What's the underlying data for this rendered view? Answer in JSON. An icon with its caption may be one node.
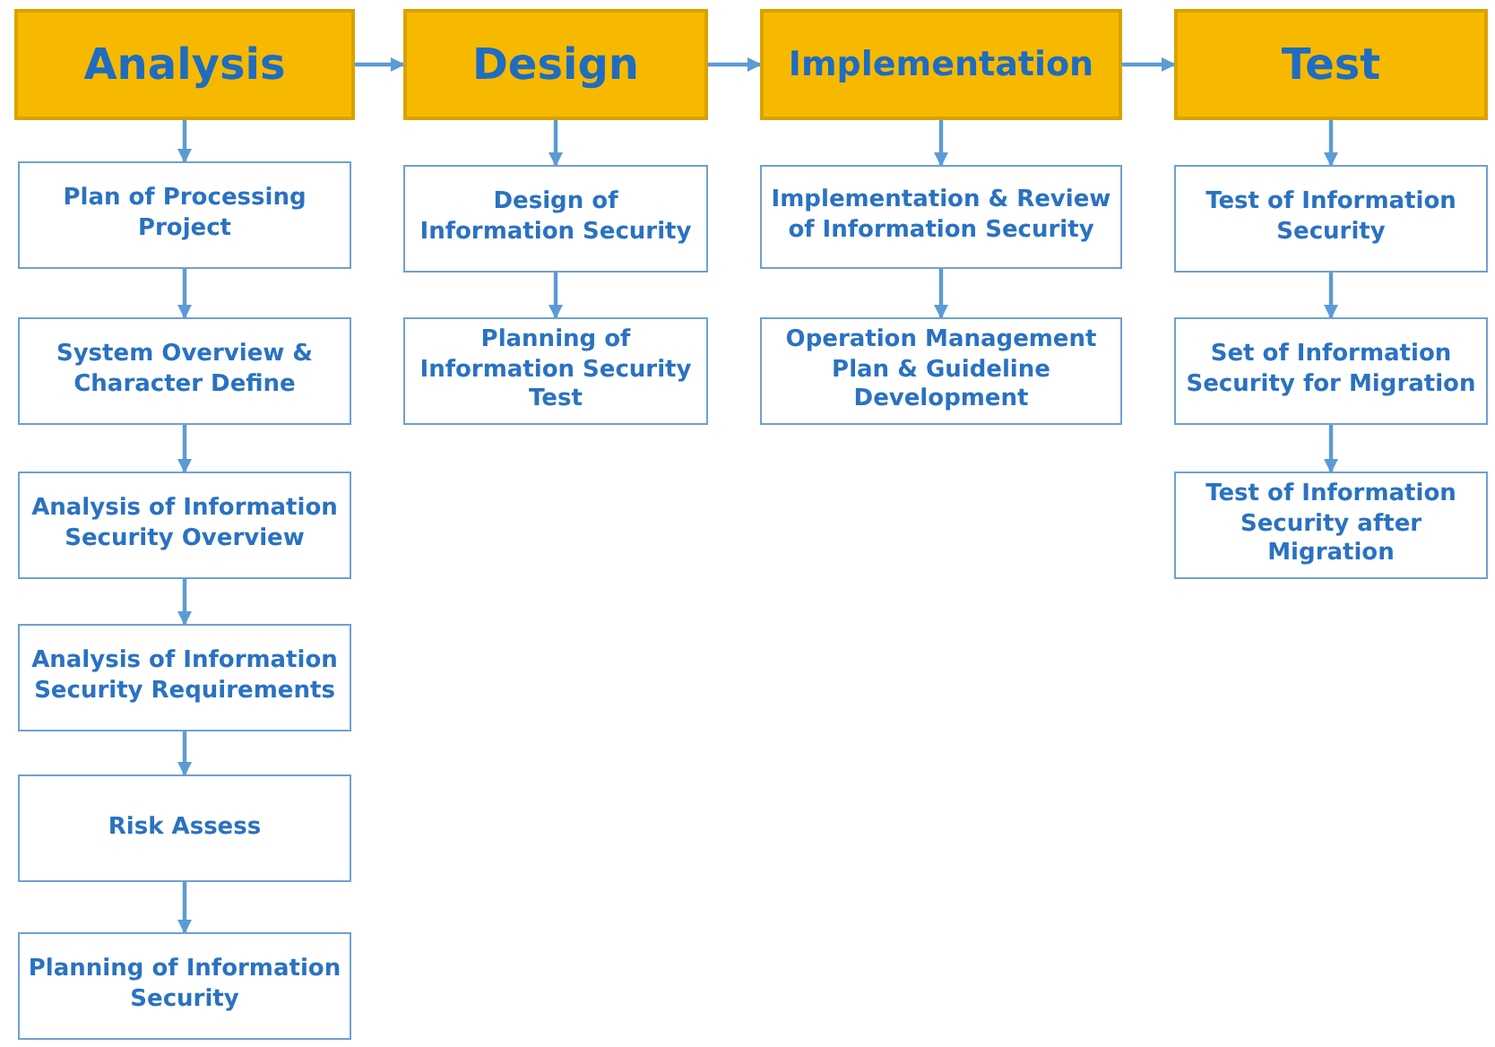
{
  "diagram": {
    "nodes": [
      {
        "text": [
          "Analysis"
        ]
      },
      {
        "text": [
          "Design"
        ]
      },
      {
        "text": [
          "Implementation"
        ]
      },
      {
        "text": [
          "Test"
        ]
      },
      {
        "text": [
          "Plan of Processing Project"
        ]
      },
      {
        "text": [
          "System Overview & Character Define"
        ]
      },
      {
        "text": [
          "Analysis of Information Security Overview"
        ]
      },
      {
        "text": [
          "Analysis of Information Security Requirements"
        ]
      },
      {
        "text": [
          "Risk Assess"
        ]
      },
      {
        "text": [
          "Planning of Information Security"
        ]
      },
      {
        "text": [
          "Design of Information Security"
        ]
      },
      {
        "text": [
          "Planning of Information Security Test"
        ]
      },
      {
        "text": [
          "Implementation & Review of Information Security"
        ]
      },
      {
        "text": [
          "Operation Management Plan & Guideline Development"
        ]
      },
      {
        "text": [
          "Test of Information Security"
        ]
      },
      {
        "text": [
          "Set of Information Security for Migration"
        ]
      },
      {
        "text": [
          "Test of Information Security after Migration"
        ]
      }
    ],
    "edges": [
      {
        "from": 0,
        "to": 1,
        "arrow": "to"
      },
      {
        "from": 1,
        "to": 2,
        "arrow": "to"
      },
      {
        "from": 2,
        "to": 3,
        "arrow": "to"
      },
      {
        "from": 0,
        "to": 4,
        "arrow": "to"
      },
      {
        "from": 4,
        "to": 5,
        "arrow": "to"
      },
      {
        "from": 5,
        "to": 6,
        "arrow": "to"
      },
      {
        "from": 6,
        "to": 7,
        "arrow": "to"
      },
      {
        "from": 7,
        "to": 8,
        "arrow": "to"
      },
      {
        "from": 8,
        "to": 9,
        "arrow": "to"
      },
      {
        "from": 1,
        "to": 10,
        "arrow": "to"
      },
      {
        "from": 10,
        "to": 11,
        "arrow": "to"
      },
      {
        "from": 2,
        "to": 12,
        "arrow": "to"
      },
      {
        "from": 12,
        "to": 13,
        "arrow": "to"
      },
      {
        "from": 3,
        "to": 14,
        "arrow": "to"
      },
      {
        "from": 14,
        "to": 15,
        "arrow": "to"
      },
      {
        "from": 15,
        "to": 16,
        "arrow": "to"
      }
    ]
  }
}
